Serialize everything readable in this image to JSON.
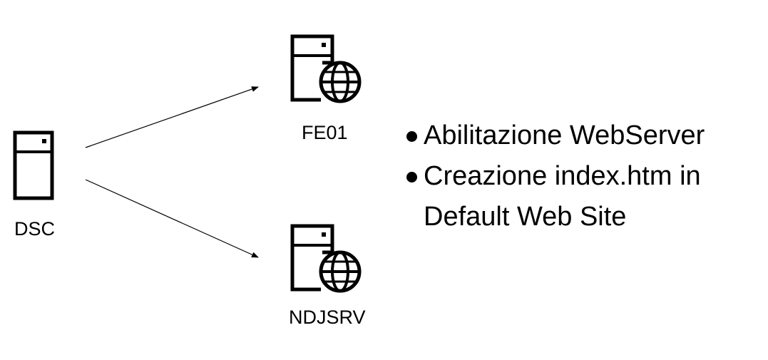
{
  "nodes": {
    "dsc": {
      "label": "DSC",
      "icon": "server-icon"
    },
    "fe01": {
      "label": "FE01",
      "icon": "web-server-icon"
    },
    "ndjsrv": {
      "label": "NDJSRV",
      "icon": "web-server-icon"
    }
  },
  "bullets": [
    "Abilitazione WebServer",
    "Creazione index.htm in Default Web Site"
  ],
  "colors": {
    "stroke": "#000000",
    "background": "#ffffff"
  }
}
